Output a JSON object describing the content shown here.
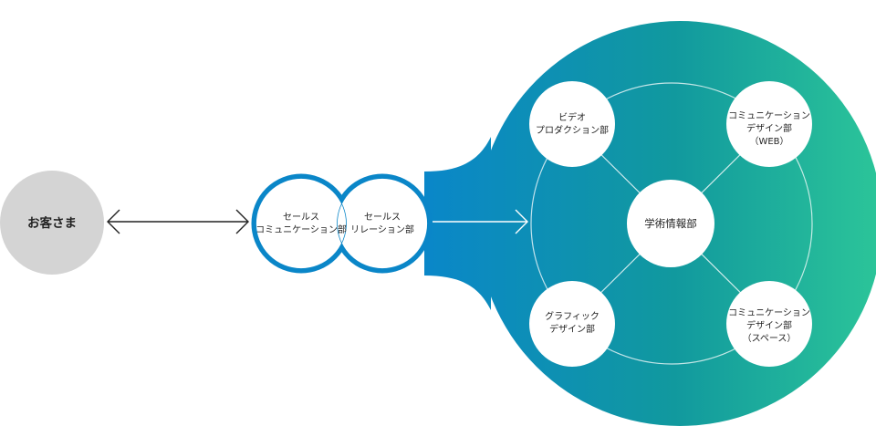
{
  "diagram": {
    "customer": {
      "label": "お客さま"
    },
    "sales_units": [
      {
        "id": "sales-communication",
        "lines": [
          "セールス",
          "コミュニケーション部"
        ]
      },
      {
        "id": "sales-relation",
        "lines": [
          "セールス",
          "リレーション部"
        ]
      }
    ],
    "hub": {
      "label": "学術情報部"
    },
    "departments": [
      {
        "id": "video-production",
        "lines": [
          "ビデオ",
          "プロダクション部"
        ]
      },
      {
        "id": "communication-design-web",
        "lines": [
          "コミュニケーション",
          "デザイン部",
          "（WEB）"
        ]
      },
      {
        "id": "graphic-design",
        "lines": [
          "グラフィック",
          "デザイン部"
        ]
      },
      {
        "id": "communication-design-space",
        "lines": [
          "コミュニケーション",
          "デザイン部",
          "（スペース）"
        ]
      }
    ],
    "colors": {
      "customer_fill": "#d4d4d4",
      "blob_gradient_start": "#0a87c8",
      "blob_gradient_mid": "#11999e",
      "blob_gradient_end": "#2bc499",
      "sales_ring": "#0a86c8",
      "node_fill": "#ffffff",
      "arrow": "#222222"
    }
  }
}
